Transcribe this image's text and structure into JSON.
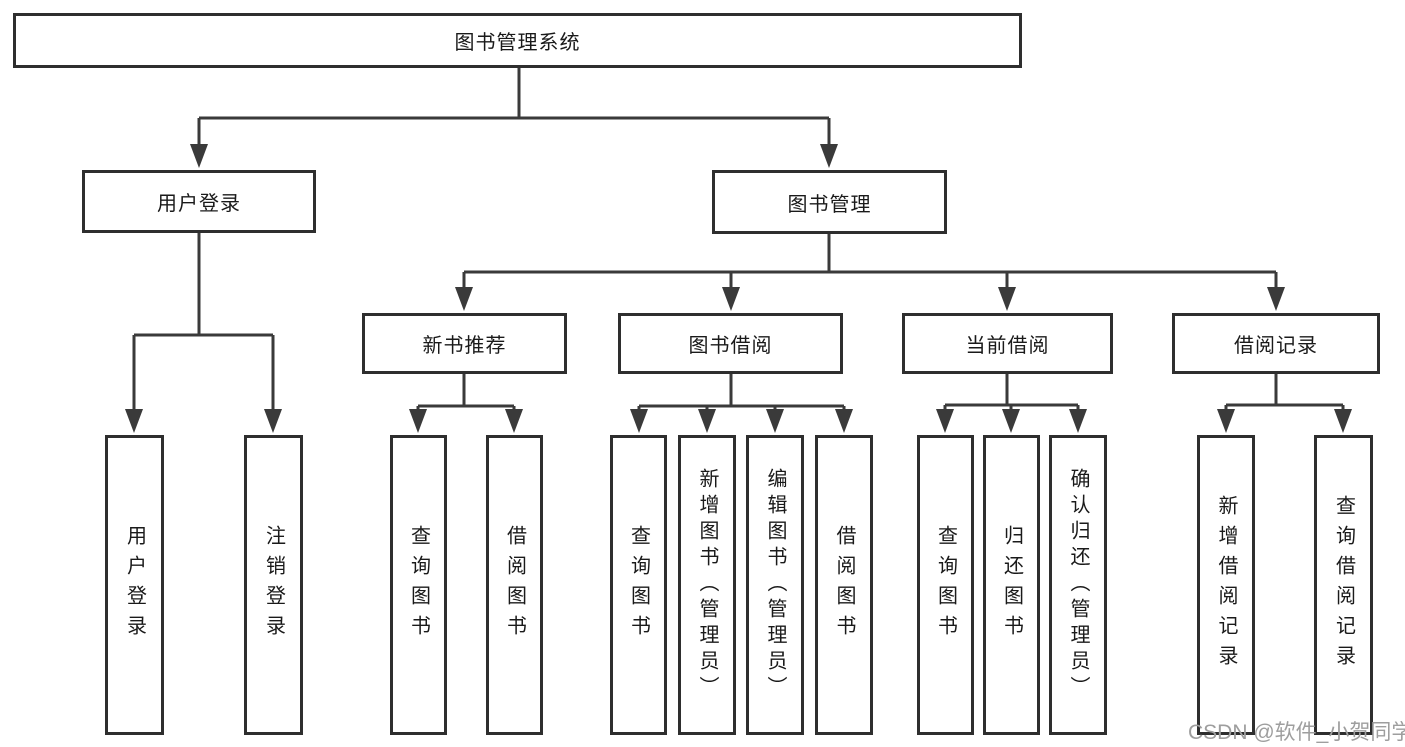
{
  "diagram": {
    "type": "hierarchy-tree",
    "colors": {
      "line": "#3a3a3a",
      "border": "#2e2e2e",
      "text": "#1a1a1a",
      "watermark": "#9e9e9e",
      "background": "#ffffff"
    },
    "tree": {
      "label": "图书管理系统",
      "children": [
        {
          "label": "用户登录",
          "children": [
            {
              "label": "用户登录"
            },
            {
              "label": "注销登录"
            }
          ]
        },
        {
          "label": "图书管理",
          "children": [
            {
              "label": "新书推荐",
              "children": [
                {
                  "label": "查询图书"
                },
                {
                  "label": "借阅图书"
                }
              ]
            },
            {
              "label": "图书借阅",
              "children": [
                {
                  "label": "查询图书"
                },
                {
                  "label": "新增图书（管理员）"
                },
                {
                  "label": "编辑图书（管理员）"
                },
                {
                  "label": "借阅图书"
                }
              ]
            },
            {
              "label": "当前借阅",
              "children": [
                {
                  "label": "查询图书"
                },
                {
                  "label": "归还图书"
                },
                {
                  "label": "确认归还（管理员）"
                }
              ]
            },
            {
              "label": "借阅记录",
              "children": [
                {
                  "label": "新增借阅记录"
                },
                {
                  "label": "查询借阅记录"
                }
              ]
            }
          ]
        }
      ]
    },
    "watermark": {
      "text": "CSDN @软件_小贺同学"
    }
  }
}
